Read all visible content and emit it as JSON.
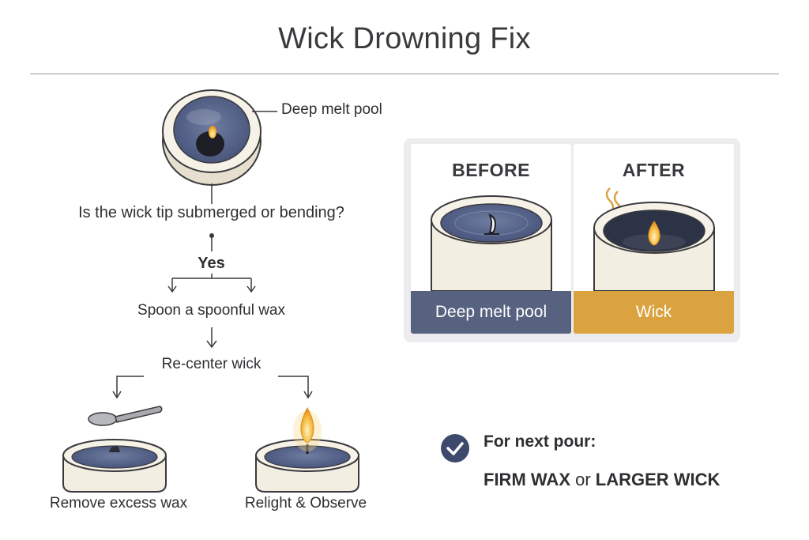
{
  "title": "Wick Drowning Fix",
  "flow": {
    "melt_label": "Deep melt pool",
    "question": "Is the wick tip submerged or bending?",
    "yes": "Yes",
    "step1": "Spoon a spoonful wax",
    "step2": "Re-center wick",
    "left_outcome": "Remove excess wax",
    "right_outcome": "Relight & Observe"
  },
  "comparison": {
    "before": {
      "heading": "BEFORE",
      "band": "Deep melt pool",
      "band_color": "#56627f"
    },
    "after": {
      "heading": "AFTER",
      "band": "Wick",
      "band_color": "#dba33f"
    }
  },
  "next_pour": {
    "title": "For next pour:",
    "option1": "FIRM WAX",
    "connector": " or ",
    "option2": "LARGER WICK"
  },
  "icons": {
    "check": "check-circle-icon",
    "spoon": "spoon-icon",
    "flame": "flame-icon",
    "smoke": "smoke-icon"
  },
  "colors": {
    "wax_pool": "#5c6a8d",
    "jar": "#f3eee2",
    "flame": "#f3b23a",
    "check": "#3e4a6c"
  }
}
